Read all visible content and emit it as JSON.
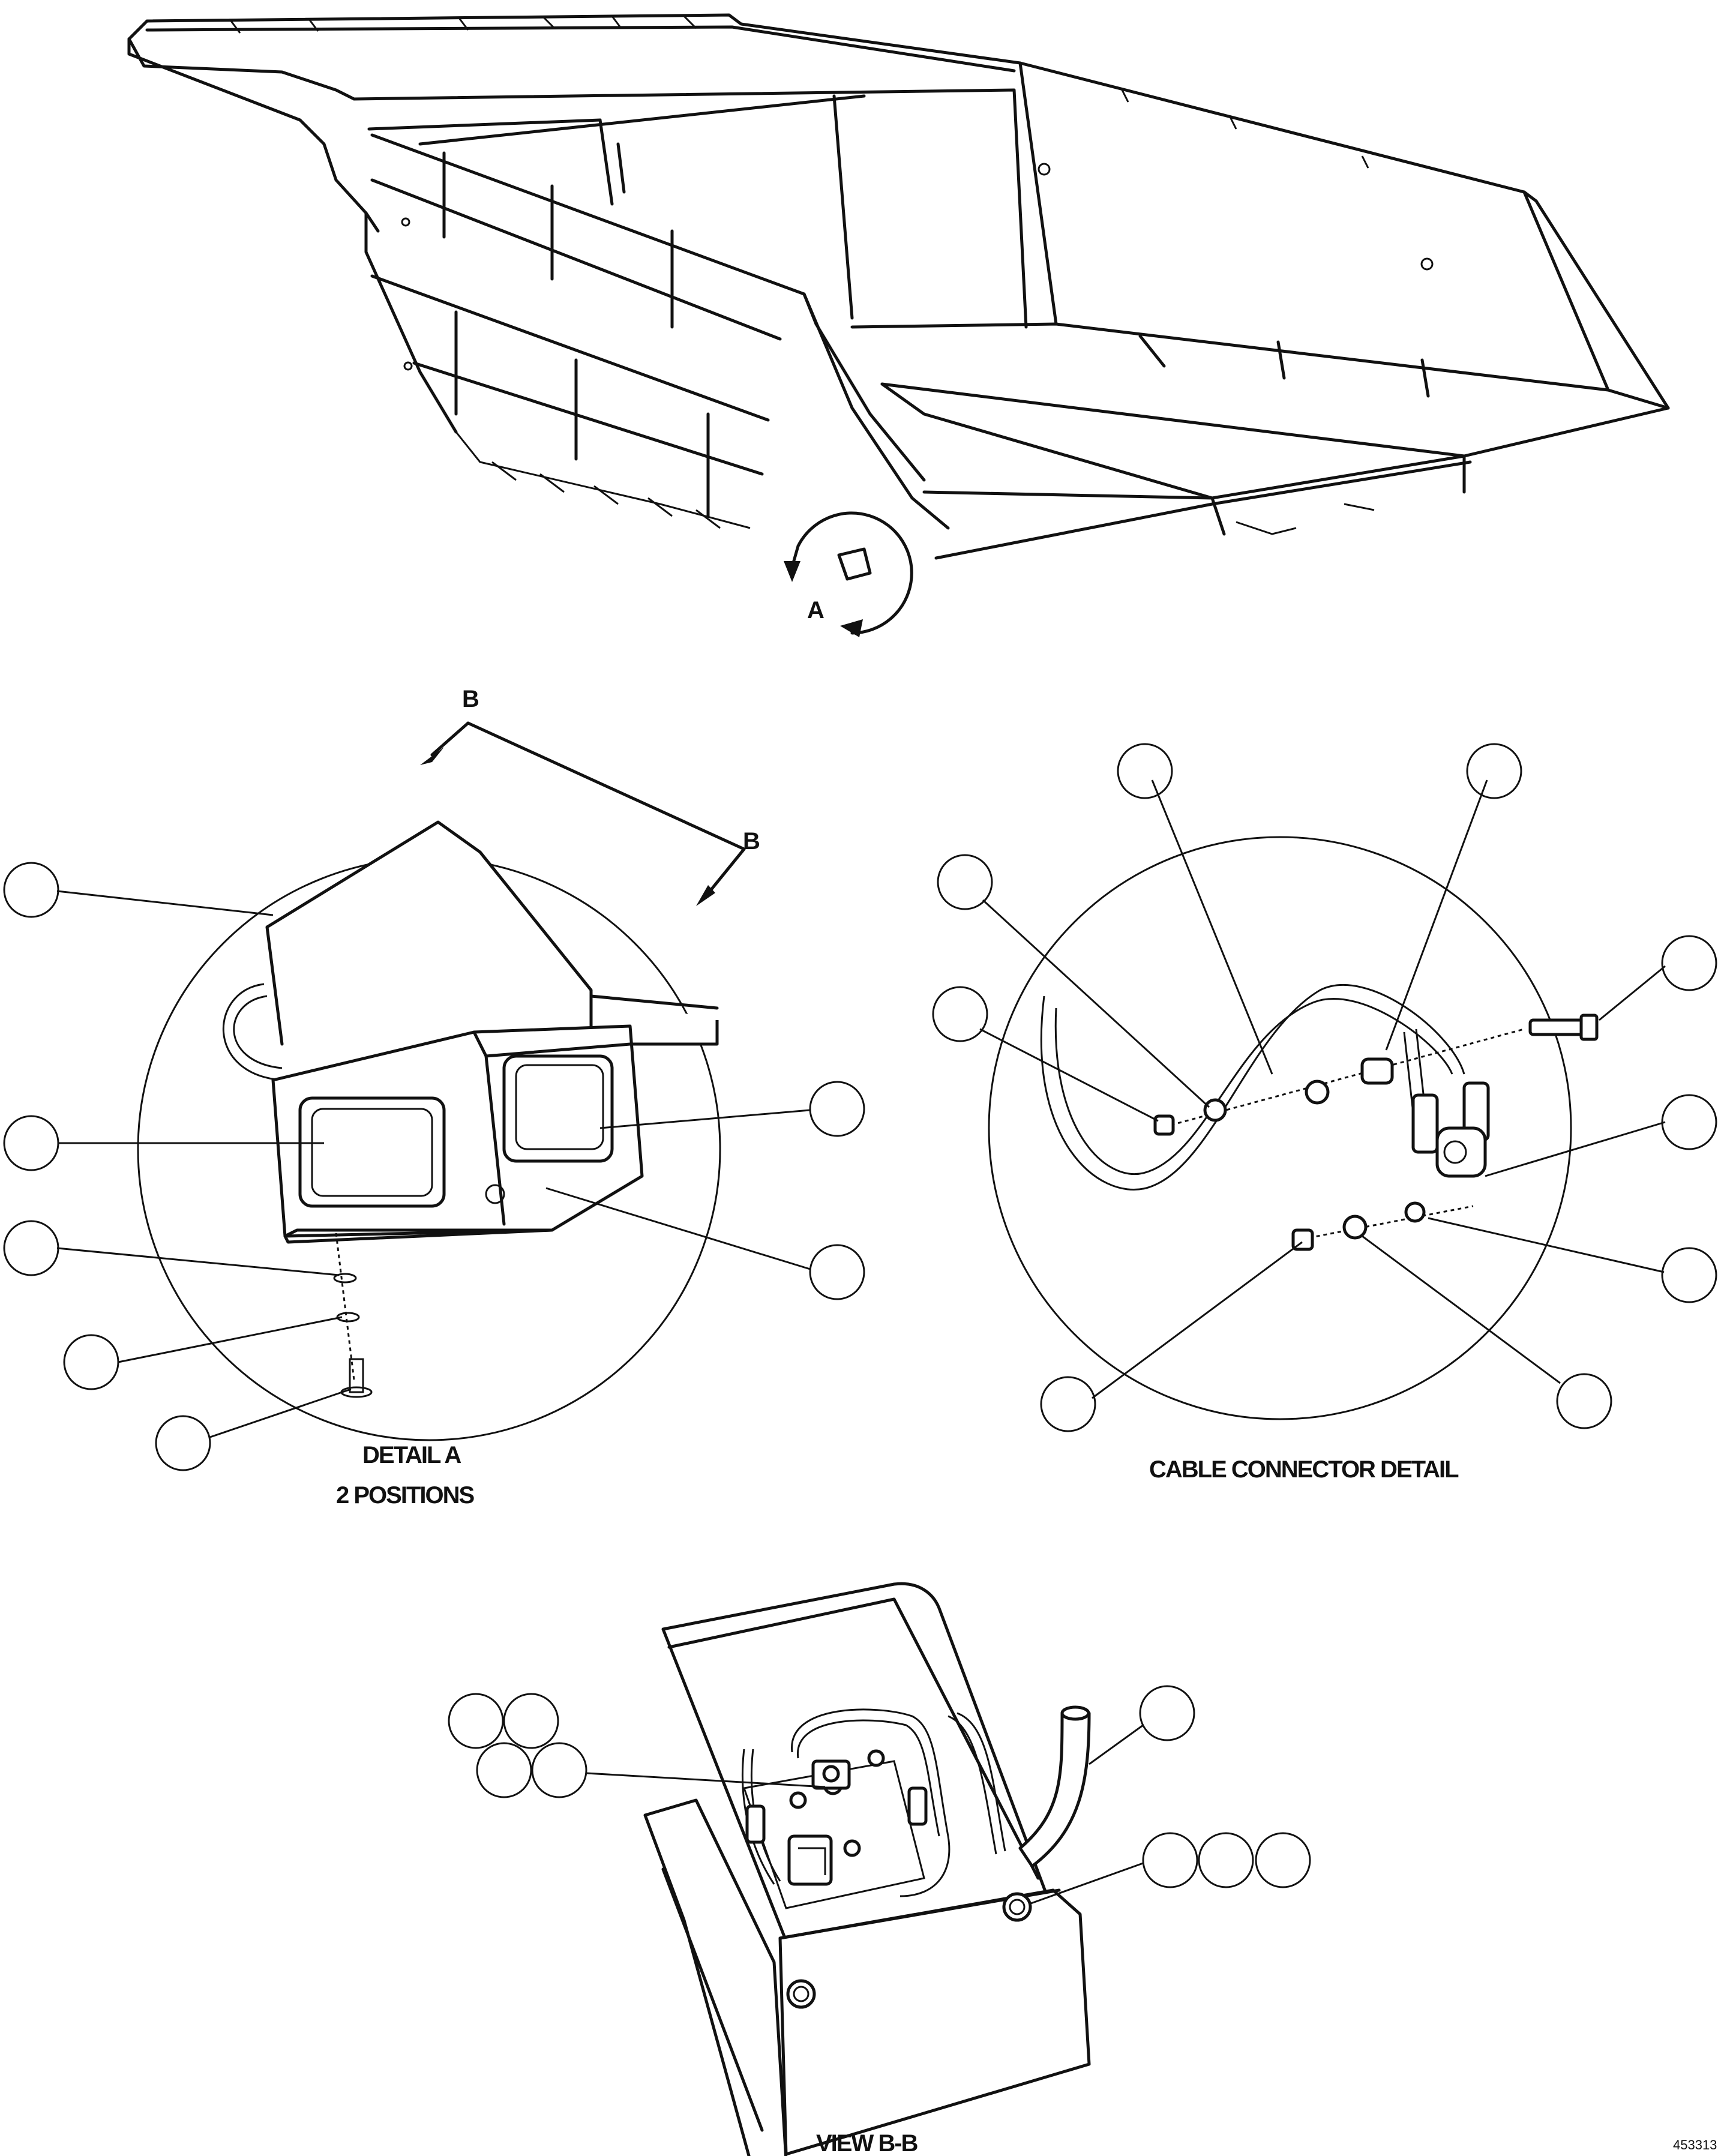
{
  "view_labels": {
    "section_a": "A",
    "section_b_left": "B",
    "section_b_right": "B"
  },
  "captions": {
    "detail_a": "DETAIL A",
    "detail_a_sub": "2 POSITIONS",
    "cable_connector": "CABLE CONNECTOR DETAIL",
    "view_bb": "VIEW B-B",
    "drawing_number": "453313"
  }
}
